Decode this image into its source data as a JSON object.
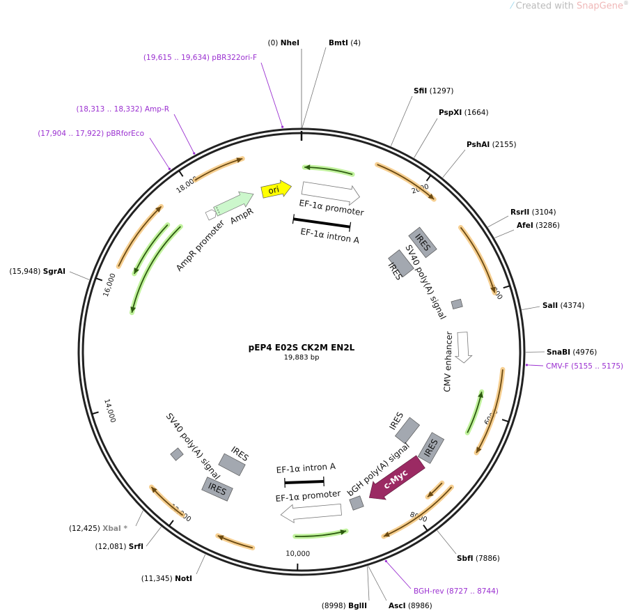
{
  "watermark": {
    "prefix": "Created with ",
    "brand": "SnapGene",
    "mark": "®"
  },
  "plasmid": {
    "name": "pEP4 E02S CK2M EN2L",
    "size_label": "19,883 bp",
    "length_bp": 19883
  },
  "enzymes": [
    {
      "name": "NheI",
      "pos": "(0)",
      "bp": 0
    },
    {
      "name": "BmtI",
      "pos": "(4)",
      "bp": 4
    },
    {
      "name": "SfiI",
      "pos": "(1297)",
      "bp": 1297
    },
    {
      "name": "PspXI",
      "pos": "(1664)",
      "bp": 1664
    },
    {
      "name": "PshAI",
      "pos": "(2155)",
      "bp": 2155
    },
    {
      "name": "RsrII",
      "pos": "(3104)",
      "bp": 3104
    },
    {
      "name": "AfeI",
      "pos": "(3286)",
      "bp": 3286
    },
    {
      "name": "SalI",
      "pos": "(4374)",
      "bp": 4374
    },
    {
      "name": "SnaBI",
      "pos": "(4976)",
      "bp": 4976
    },
    {
      "name": "SbfI",
      "pos": "(7886)",
      "bp": 7886
    },
    {
      "name": "AscI",
      "pos": "(8986)",
      "bp": 8986
    },
    {
      "name": "BglII",
      "pos": "(8998)",
      "bp": 8998
    },
    {
      "name": "NotI",
      "pos": "(11,345)",
      "bp": 11345
    },
    {
      "name": "SrfI",
      "pos": "(12,081)",
      "bp": 12081
    },
    {
      "name": "XbaI *",
      "pos": "(12,425)",
      "bp": 12425
    },
    {
      "name": "SgrAI",
      "pos": "(15,948)",
      "bp": 15948
    }
  ],
  "primers": [
    {
      "name": "pBR322ori-F",
      "range": "(19,615 .. 19,634)",
      "bp": 19615
    },
    {
      "name": "Amp-R",
      "range": "(18,313 .. 18,332)",
      "bp": 18313
    },
    {
      "name": "pBRforEco",
      "range": "(17,904 .. 17,922)",
      "bp": 17904
    },
    {
      "name": "CMV-F",
      "range": "(5155 .. 5175)",
      "bp": 5155
    },
    {
      "name": "BGH-rev",
      "range": "(8727 .. 8744)",
      "bp": 8727
    }
  ],
  "ticks": [
    "2000",
    "4000",
    "6000",
    "8000",
    "10,000",
    "12,000",
    "14,000",
    "16,000",
    "18,000"
  ],
  "tick_bp": [
    2000,
    4000,
    6000,
    8000,
    10000,
    12000,
    14000,
    16000,
    18000
  ],
  "features": {
    "ori": "ori",
    "ampr": "AmpR",
    "ampr_promoter": "AmpR promoter",
    "ef1a_promoter_top": "EF-1α promoter",
    "ef1a_intron_top": "EF-1α intron A",
    "ires_1": "IRES",
    "ires_2": "IRES",
    "sv40_top": "SV40 poly(A) signal",
    "cmv": "CMV enhancer",
    "ires_3": "IRES",
    "ires_4": "IRES",
    "bgh": "bGH poly(A) signal",
    "cmyc": "c-Myc",
    "ef1a_intron_bottom": "EF-1α intron A",
    "ef1a_promoter_bottom": "EF-1α promoter",
    "sv40_bottom": "SV40 poly(A) signal",
    "ires_5": "IRES",
    "ires_6": "IRES"
  },
  "colors": {
    "orange": "#f5c77e",
    "orange_line": "#6b4a12",
    "green": "#b6f08c",
    "green_line": "#2d5a10",
    "primer": "#9a2fd0",
    "cmyc": "#9b2a63",
    "ori": "#ffff00",
    "ampr": "#ccf7cc",
    "misc": "#a3a8b0"
  },
  "orange_arcs": [
    [
      18126,
      18944
    ],
    [
      1215,
      2264
    ],
    [
      2872,
      4032
    ],
    [
      5247,
      6628
    ],
    [
      7346,
      7677
    ],
    [
      7291,
      8616
    ],
    [
      10715,
      11295
    ],
    [
      11930,
      12593
    ],
    [
      16293,
      17453
    ]
  ],
  "green_arcs": [
    {
      "range": [
        50,
        884
      ],
      "reverse": true
    },
    {
      "range": [
        15630,
        17453
      ],
      "reverse": true
    },
    {
      "range": [
        16293,
        17315
      ],
      "reverse": true
    },
    {
      "range": [
        5661,
        6407
      ],
      "reverse": true
    },
    {
      "range": [
        9168,
        10052
      ],
      "reverse": true
    }
  ]
}
